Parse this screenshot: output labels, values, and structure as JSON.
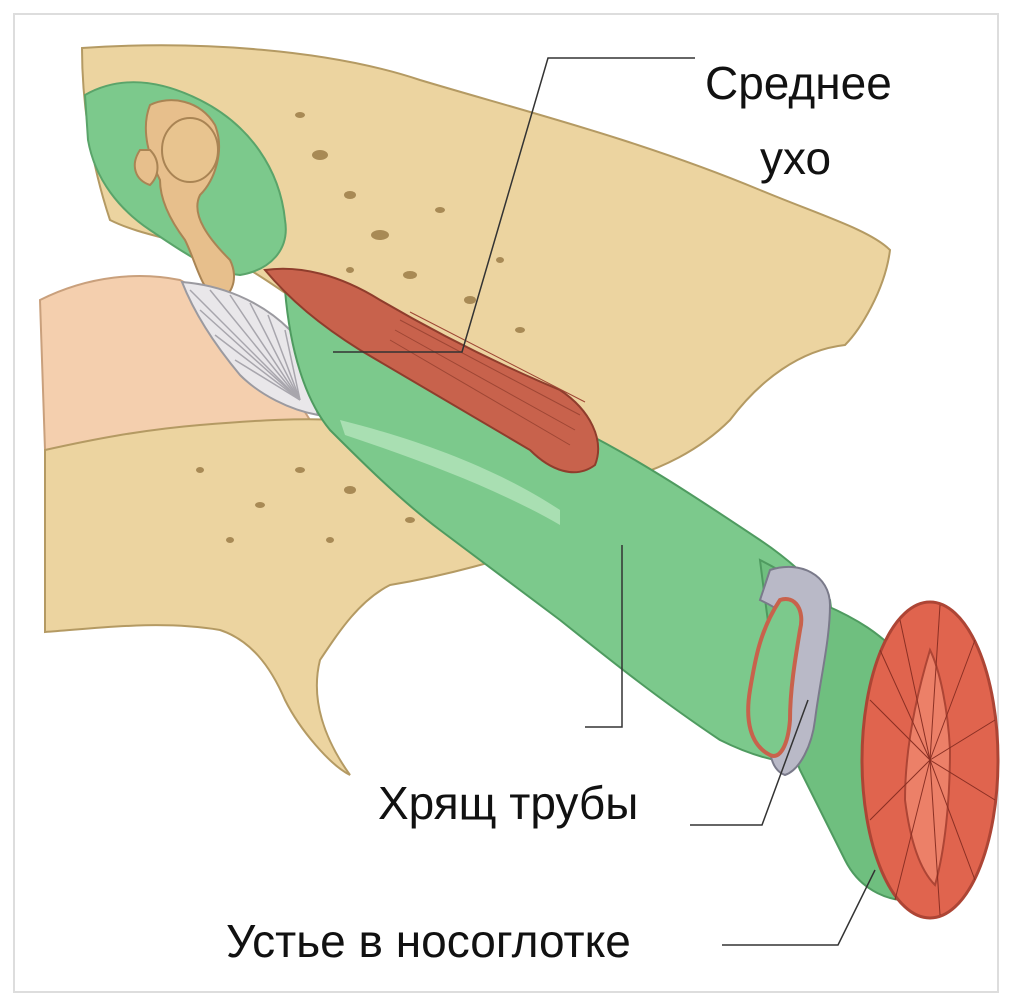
{
  "labels": {
    "middle_ear_line1": "Среднее",
    "middle_ear_line2": "ухо",
    "tube_cartilage": "Хрящ трубы",
    "nasopharynx_orifice": "Устье в носоглотке"
  },
  "colors": {
    "bone": "#ecd4a0",
    "bone_outline": "#b49a63",
    "mucosa_green": "#7cc98c",
    "mucosa_light": "#a9dfb2",
    "muscle_red": "#c8624c",
    "orifice_red": "#e0644e",
    "cartilage_gray": "#b9b9c7",
    "skin_peach": "#f4cfae",
    "leader_line": "#333333"
  }
}
